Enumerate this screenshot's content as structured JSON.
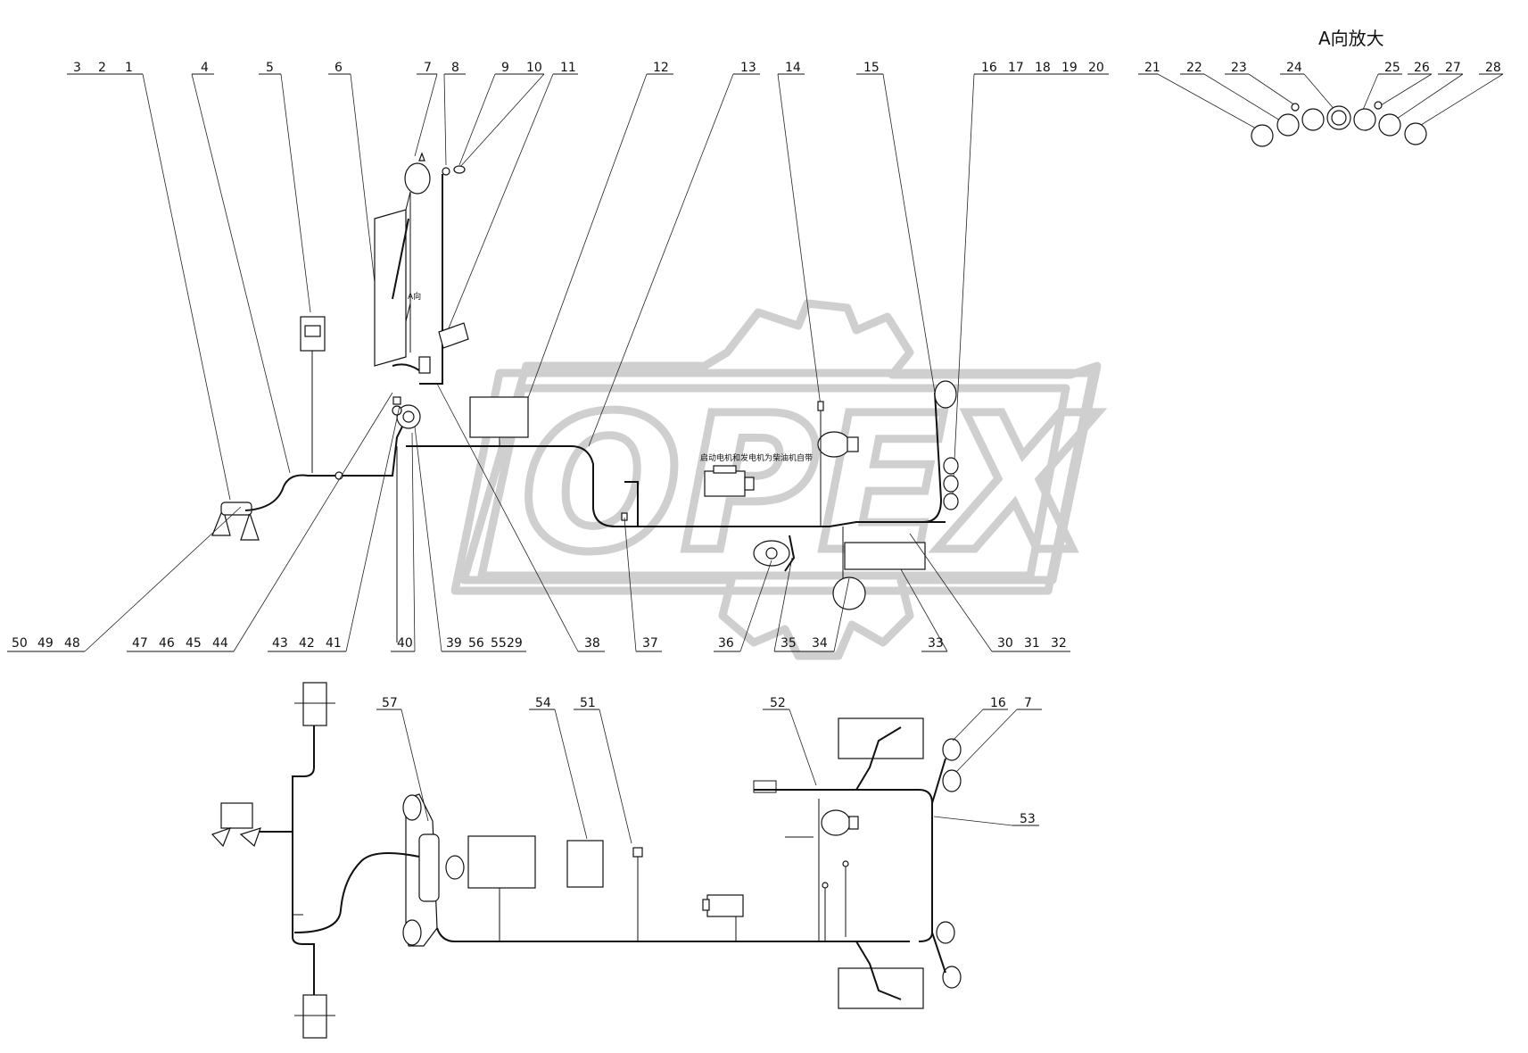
{
  "diagram": {
    "title": "A向放大",
    "view_label": "A向",
    "component_label": "启动电机和发电机为柴油机自带",
    "watermark": "OPEX",
    "callouts_top": [
      {
        "label": "3"
      },
      {
        "label": "2"
      },
      {
        "label": "1"
      },
      {
        "label": "4"
      },
      {
        "label": "5"
      },
      {
        "label": "6"
      },
      {
        "label": "7"
      },
      {
        "label": "8"
      },
      {
        "label": "9"
      },
      {
        "label": "10"
      },
      {
        "label": "11"
      },
      {
        "label": "12"
      },
      {
        "label": "13"
      },
      {
        "label": "14"
      },
      {
        "label": "15"
      },
      {
        "label": "16"
      },
      {
        "label": "17"
      },
      {
        "label": "18"
      },
      {
        "label": "19"
      },
      {
        "label": "20"
      }
    ],
    "callouts_gauges": [
      {
        "label": "21"
      },
      {
        "label": "22"
      },
      {
        "label": "23"
      },
      {
        "label": "24"
      },
      {
        "label": "25"
      },
      {
        "label": "26"
      },
      {
        "label": "27"
      },
      {
        "label": "28"
      }
    ],
    "callouts_mid": [
      {
        "label": "50"
      },
      {
        "label": "49"
      },
      {
        "label": "48"
      },
      {
        "label": "47"
      },
      {
        "label": "46"
      },
      {
        "label": "45"
      },
      {
        "label": "44"
      },
      {
        "label": "43"
      },
      {
        "label": "42"
      },
      {
        "label": "41"
      },
      {
        "label": "40"
      },
      {
        "label": "39"
      },
      {
        "label": "56"
      },
      {
        "label": "55"
      },
      {
        "label": "29"
      },
      {
        "label": "38"
      },
      {
        "label": "37"
      },
      {
        "label": "36"
      },
      {
        "label": "35"
      },
      {
        "label": "34"
      },
      {
        "label": "33"
      },
      {
        "label": "30"
      },
      {
        "label": "31"
      },
      {
        "label": "32"
      }
    ],
    "callouts_bottom": [
      {
        "label": "57"
      },
      {
        "label": "54"
      },
      {
        "label": "51"
      },
      {
        "label": "52"
      },
      {
        "label": "16"
      },
      {
        "label": "7"
      },
      {
        "label": "53"
      }
    ]
  }
}
